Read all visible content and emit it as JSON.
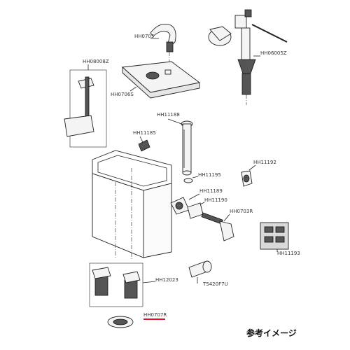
{
  "labels": {
    "hh0705": "HH0705",
    "hh06005z": "HH06005Z",
    "hh08008z": "HH08008Z",
    "hh0706s": "HH0706S",
    "hh11188": "HH11188",
    "hh11185": "HH11185",
    "hh11192": "HH11192",
    "hh11195": "HH11195",
    "hh11189": "HH11189",
    "hh11190": "HH11190",
    "hh0703r": "HH0703R",
    "hh11193": "HH11193",
    "hh12023": "HH12023",
    "ts420f7u": "TS420F7U",
    "hh0707r": "HH0707R"
  },
  "caption": "参考イメージ",
  "colors": {
    "highlight": "#e0102a",
    "line": "#222222",
    "text": "#333333"
  }
}
